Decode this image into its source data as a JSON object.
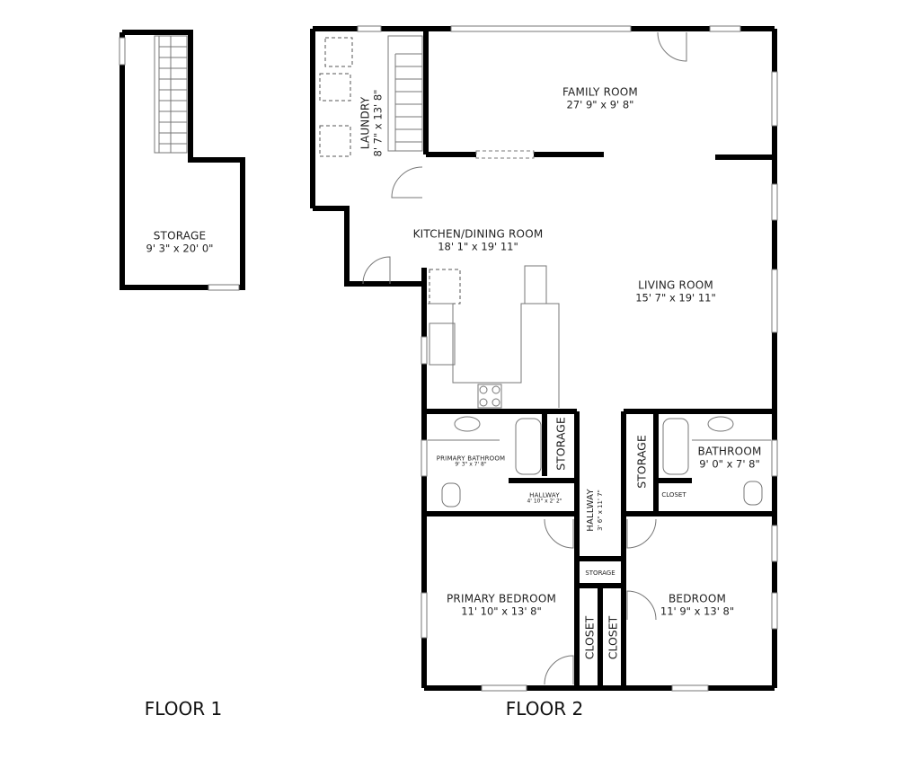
{
  "floors": [
    {
      "label": "FLOOR 1",
      "rooms": [
        {
          "name": "STORAGE",
          "dimensions": "9' 3\" x 20' 0\""
        }
      ]
    },
    {
      "label": "FLOOR 2",
      "rooms": [
        {
          "name": "LAUNDRY",
          "dimensions": "8' 7\" x 13' 8\""
        },
        {
          "name": "FAMILY ROOM",
          "dimensions": "27' 9\" x 9' 8\""
        },
        {
          "name": "KITCHEN/DINING ROOM",
          "dimensions": "18' 1\" x 19' 11\""
        },
        {
          "name": "LIVING ROOM",
          "dimensions": "15' 7\" x 19' 11\""
        },
        {
          "name": "PRIMARY BATHROOM",
          "dimensions": "9' 3\" x 7' 8\""
        },
        {
          "name": "STORAGE",
          "dimensions": ""
        },
        {
          "name": "HALLWAY",
          "dimensions": "4' 10\" x 2' 2\""
        },
        {
          "name": "HALLWAY",
          "dimensions": "3' 6\" x 11' 7\""
        },
        {
          "name": "STORAGE",
          "dimensions": ""
        },
        {
          "name": "BATHROOM",
          "dimensions": "9' 0\" x 7' 8\""
        },
        {
          "name": "CLOSET",
          "dimensions": ""
        },
        {
          "name": "STORAGE",
          "dimensions": ""
        },
        {
          "name": "PRIMARY BEDROOM",
          "dimensions": "11' 10\" x 13' 8\""
        },
        {
          "name": "CLOSET",
          "dimensions": ""
        },
        {
          "name": "CLOSET",
          "dimensions": ""
        },
        {
          "name": "BEDROOM",
          "dimensions": "11' 9\" x 13' 8\""
        }
      ]
    }
  ],
  "colors": {
    "wall": "#000000",
    "fixture": "#555555",
    "background": "#ffffff"
  }
}
